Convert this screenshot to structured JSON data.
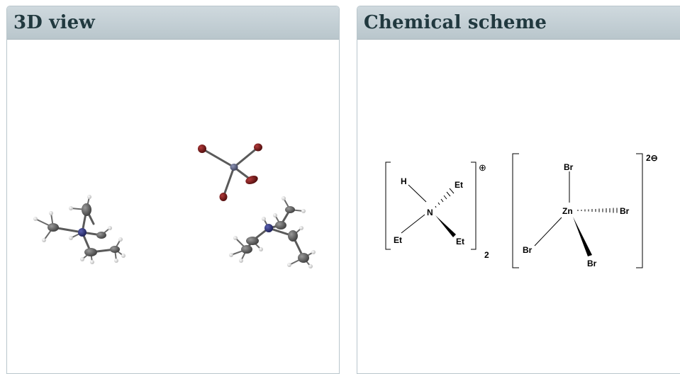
{
  "panels": {
    "view3d": {
      "title": "3D view"
    },
    "scheme": {
      "title": "Chemical scheme"
    }
  },
  "scheme": {
    "cation": {
      "central_atom": "N",
      "h_label": "H",
      "substituent": "Et",
      "charge": "⊕",
      "stoich": "2"
    },
    "anion": {
      "central_atom": "Zn",
      "ligand": "Br",
      "charge": "2⊖"
    }
  },
  "colors": {
    "header_bg": "#c3ced4",
    "title_text": "#21393f",
    "panel_border": "#b9c6cc",
    "carbon": "#555555",
    "nitrogen": "#2b2f6e",
    "bromine": "#7a1a1a",
    "zinc": "#5a5f78",
    "hydrogen": "#e8e8e8"
  }
}
